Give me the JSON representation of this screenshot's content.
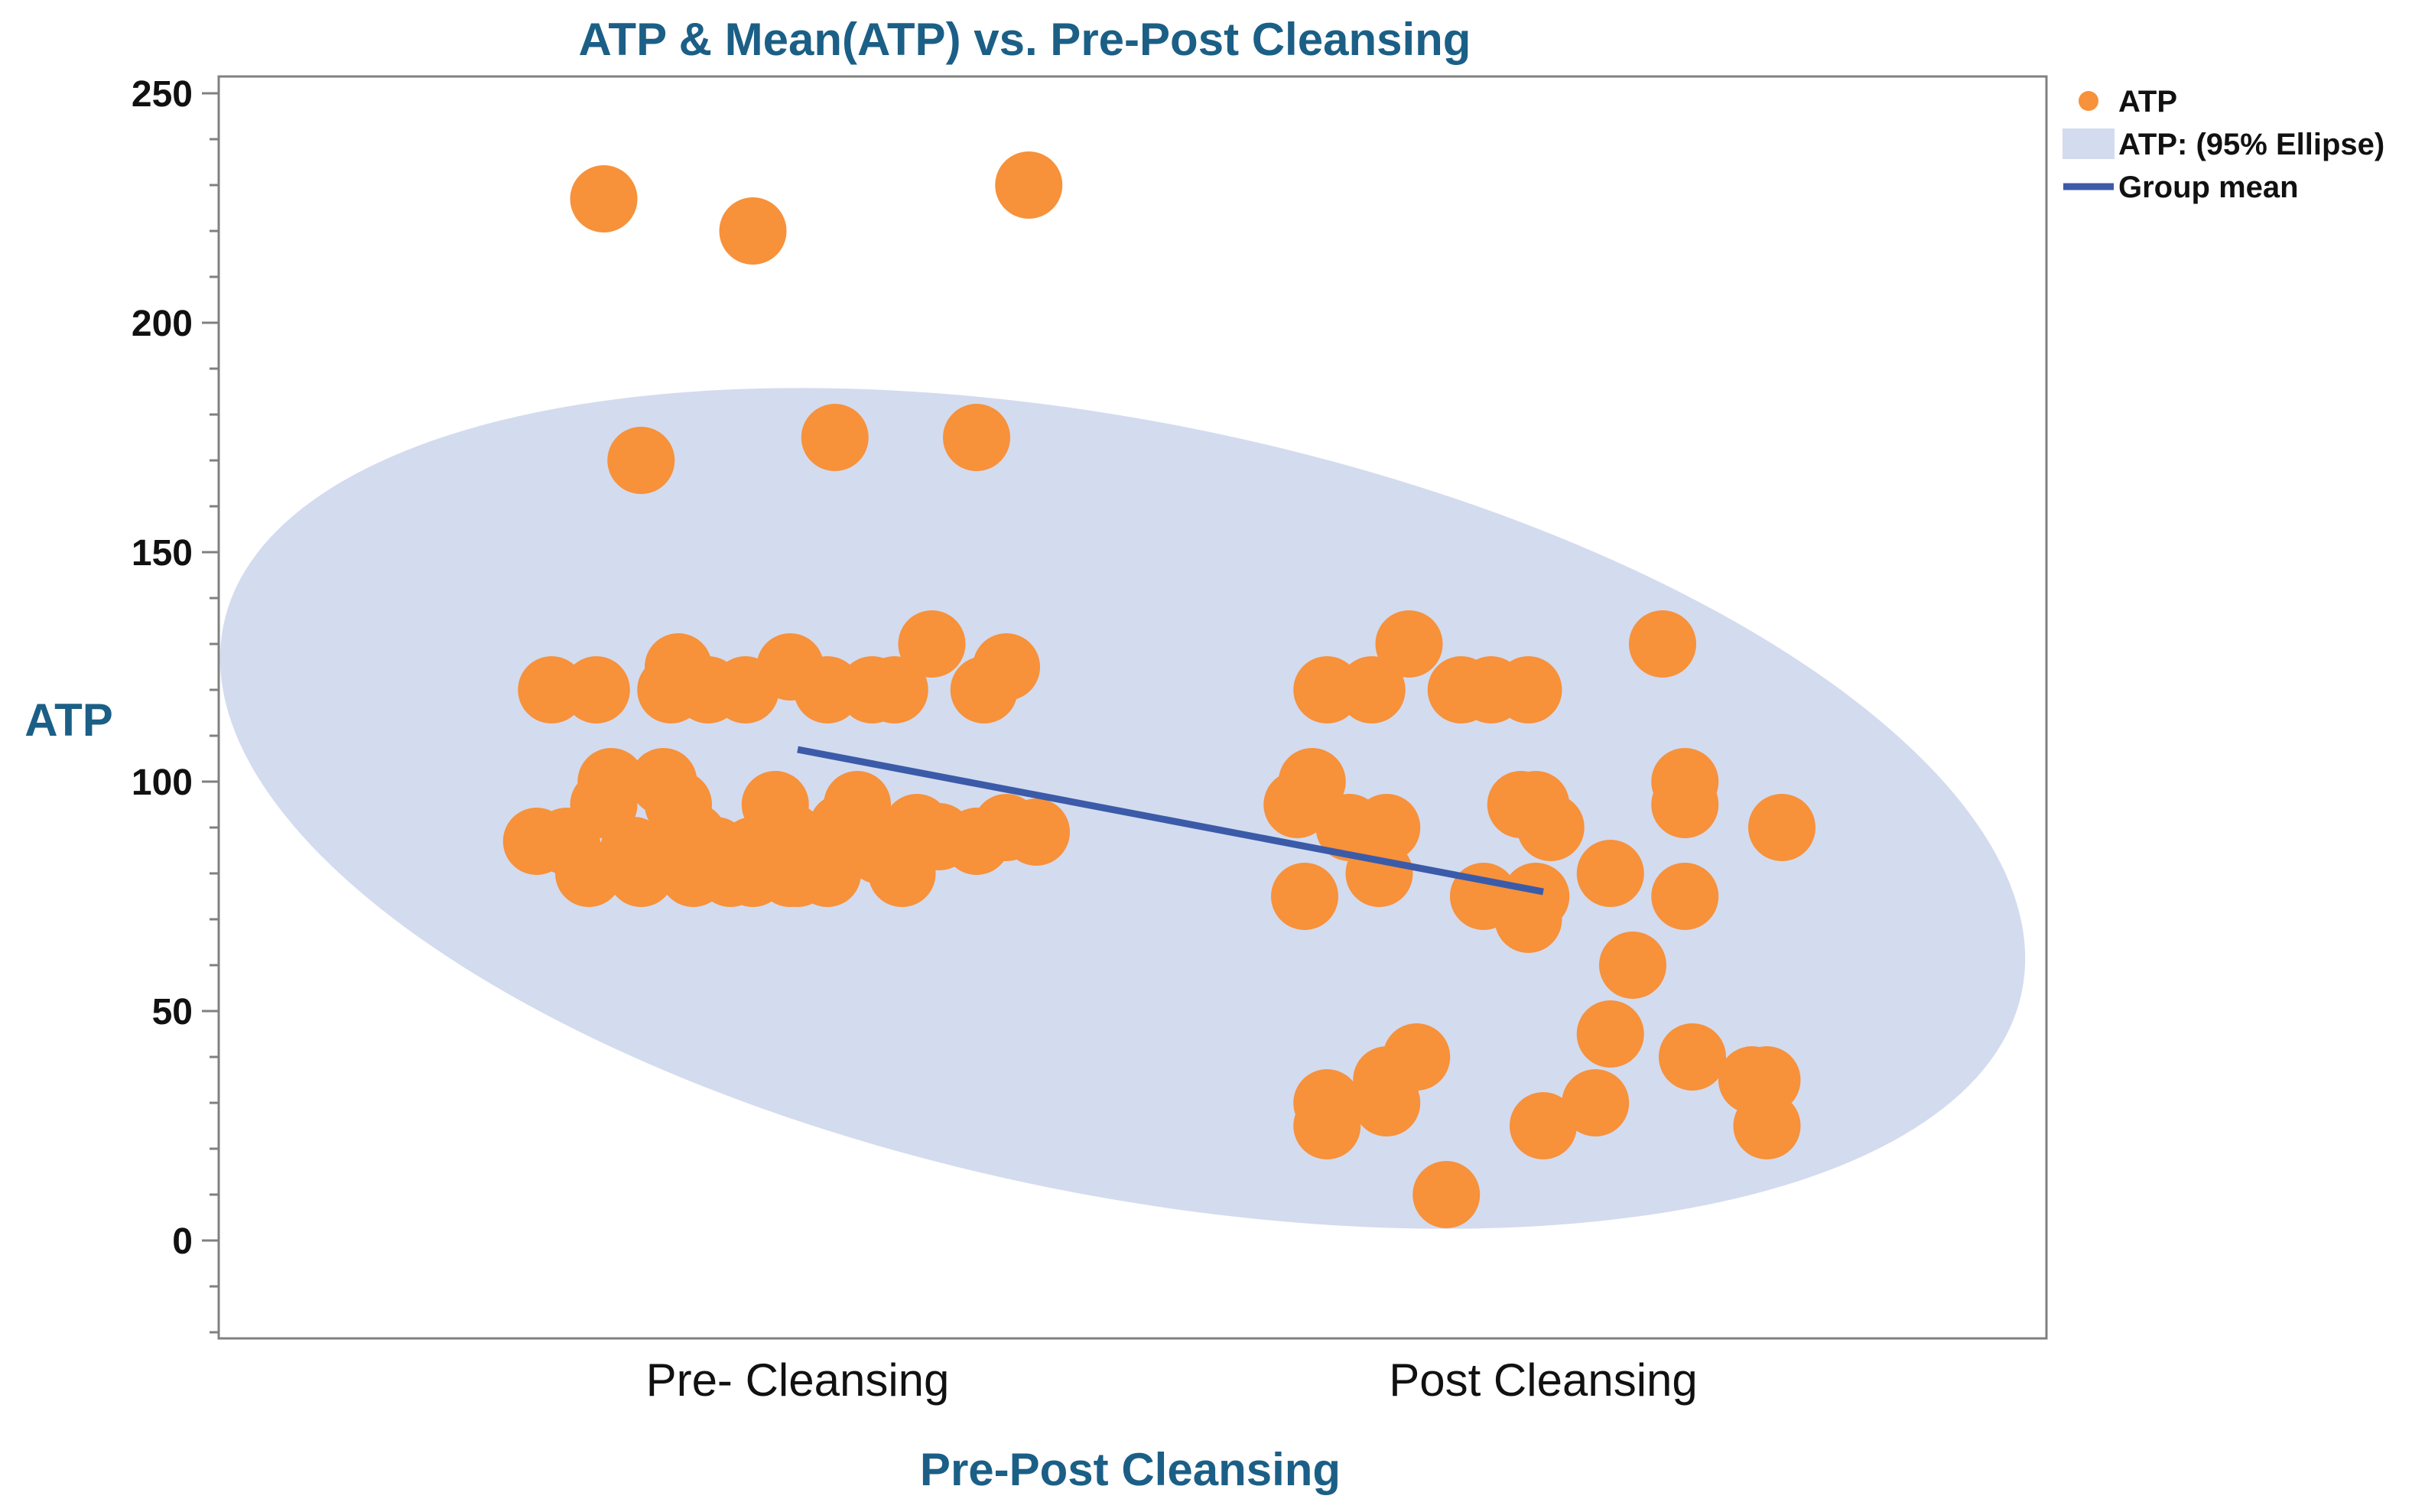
{
  "chart_data": {
    "type": "scatter",
    "title": "ATP & Mean(ATP) vs. Pre-Post Cleansing",
    "xlabel": "Pre-Post Cleansing",
    "ylabel": "ATP",
    "categories": [
      "Pre- Cleansing",
      "Post Cleansing"
    ],
    "ylim": [
      -20,
      252
    ],
    "yticks": [
      0,
      50,
      100,
      150,
      200,
      250
    ],
    "grid": false,
    "legend_position": "top-right",
    "colors": {
      "points": "#f7913a",
      "ellipse": "#d3dbef",
      "mean_line": "#3b5ba9",
      "title": "#1b5f86",
      "frame": "#808080"
    },
    "legend": [
      {
        "label": "ATP",
        "kind": "point"
      },
      {
        "label": "ATP: (95% Ellipse)",
        "kind": "area"
      },
      {
        "label": "Group mean",
        "kind": "line"
      }
    ],
    "group_mean": {
      "x": [
        0.0,
        1.0
      ],
      "y": [
        107,
        76
      ]
    },
    "ellipse": {
      "center": [
        0.5,
        95
      ],
      "description": "95% density ellipse"
    },
    "series": [
      {
        "name": "ATP",
        "points": [
          {
            "x": -0.26,
            "y": 227
          },
          {
            "x": -0.06,
            "y": 220
          },
          {
            "x": 0.31,
            "y": 230
          },
          {
            "x": -0.21,
            "y": 170
          },
          {
            "x": 0.05,
            "y": 175
          },
          {
            "x": 0.24,
            "y": 175
          },
          {
            "x": -0.33,
            "y": 120
          },
          {
            "x": -0.27,
            "y": 120
          },
          {
            "x": -0.16,
            "y": 125
          },
          {
            "x": -0.17,
            "y": 120
          },
          {
            "x": -0.12,
            "y": 120
          },
          {
            "x": -0.01,
            "y": 125
          },
          {
            "x": 0.04,
            "y": 120
          },
          {
            "x": 0.1,
            "y": 120
          },
          {
            "x": 0.13,
            "y": 120
          },
          {
            "x": 0.18,
            "y": 130
          },
          {
            "x": 0.25,
            "y": 120
          },
          {
            "x": 0.28,
            "y": 125
          },
          {
            "x": -0.31,
            "y": 87
          },
          {
            "x": -0.28,
            "y": 80
          },
          {
            "x": -0.25,
            "y": 100
          },
          {
            "x": -0.26,
            "y": 95
          },
          {
            "x": -0.22,
            "y": 85
          },
          {
            "x": -0.21,
            "y": 80
          },
          {
            "x": -0.18,
            "y": 100
          },
          {
            "x": -0.16,
            "y": 95
          },
          {
            "x": -0.14,
            "y": 88
          },
          {
            "x": -0.14,
            "y": 80
          },
          {
            "x": -0.11,
            "y": 85
          },
          {
            "x": -0.09,
            "y": 80
          },
          {
            "x": -0.06,
            "y": 85
          },
          {
            "x": -0.06,
            "y": 80
          },
          {
            "x": -0.03,
            "y": 95
          },
          {
            "x": -0.01,
            "y": 88
          },
          {
            "x": 0.0,
            "y": 80
          },
          {
            "x": 0.02,
            "y": 85
          },
          {
            "x": 0.04,
            "y": 80
          },
          {
            "x": 0.06,
            "y": 90
          },
          {
            "x": 0.08,
            "y": 95
          },
          {
            "x": 0.11,
            "y": 85
          },
          {
            "x": 0.14,
            "y": 80
          },
          {
            "x": 0.16,
            "y": 90
          },
          {
            "x": 0.24,
            "y": 87
          },
          {
            "x": 0.28,
            "y": 90
          },
          {
            "x": 0.32,
            "y": 89
          },
          {
            "x": -0.35,
            "y": 87
          },
          {
            "x": -0.01,
            "y": 80
          },
          {
            "x": -0.07,
            "y": 120
          },
          {
            "x": 0.19,
            "y": 88
          },
          {
            "x": 0.71,
            "y": 120
          },
          {
            "x": 0.77,
            "y": 120
          },
          {
            "x": 0.82,
            "y": 130
          },
          {
            "x": 0.89,
            "y": 120
          },
          {
            "x": 0.93,
            "y": 120
          },
          {
            "x": 0.98,
            "y": 120
          },
          {
            "x": 1.16,
            "y": 130
          },
          {
            "x": 0.69,
            "y": 100
          },
          {
            "x": 0.67,
            "y": 95
          },
          {
            "x": 0.74,
            "y": 90
          },
          {
            "x": 0.79,
            "y": 90
          },
          {
            "x": 0.97,
            "y": 95
          },
          {
            "x": 0.99,
            "y": 95
          },
          {
            "x": 1.01,
            "y": 90
          },
          {
            "x": 1.19,
            "y": 100
          },
          {
            "x": 1.19,
            "y": 95
          },
          {
            "x": 1.32,
            "y": 90
          },
          {
            "x": 0.78,
            "y": 80
          },
          {
            "x": 1.09,
            "y": 80
          },
          {
            "x": 0.68,
            "y": 75
          },
          {
            "x": 0.92,
            "y": 75
          },
          {
            "x": 0.99,
            "y": 75
          },
          {
            "x": 0.98,
            "y": 70
          },
          {
            "x": 1.19,
            "y": 75
          },
          {
            "x": 1.12,
            "y": 60
          },
          {
            "x": 1.09,
            "y": 45
          },
          {
            "x": 1.2,
            "y": 40
          },
          {
            "x": 0.83,
            "y": 40
          },
          {
            "x": 0.79,
            "y": 35
          },
          {
            "x": 0.71,
            "y": 30
          },
          {
            "x": 0.79,
            "y": 30
          },
          {
            "x": 1.28,
            "y": 35
          },
          {
            "x": 1.3,
            "y": 35
          },
          {
            "x": 1.07,
            "y": 30
          },
          {
            "x": 0.71,
            "y": 25
          },
          {
            "x": 1.0,
            "y": 25
          },
          {
            "x": 1.3,
            "y": 25
          },
          {
            "x": 0.87,
            "y": 10
          }
        ]
      }
    ]
  }
}
